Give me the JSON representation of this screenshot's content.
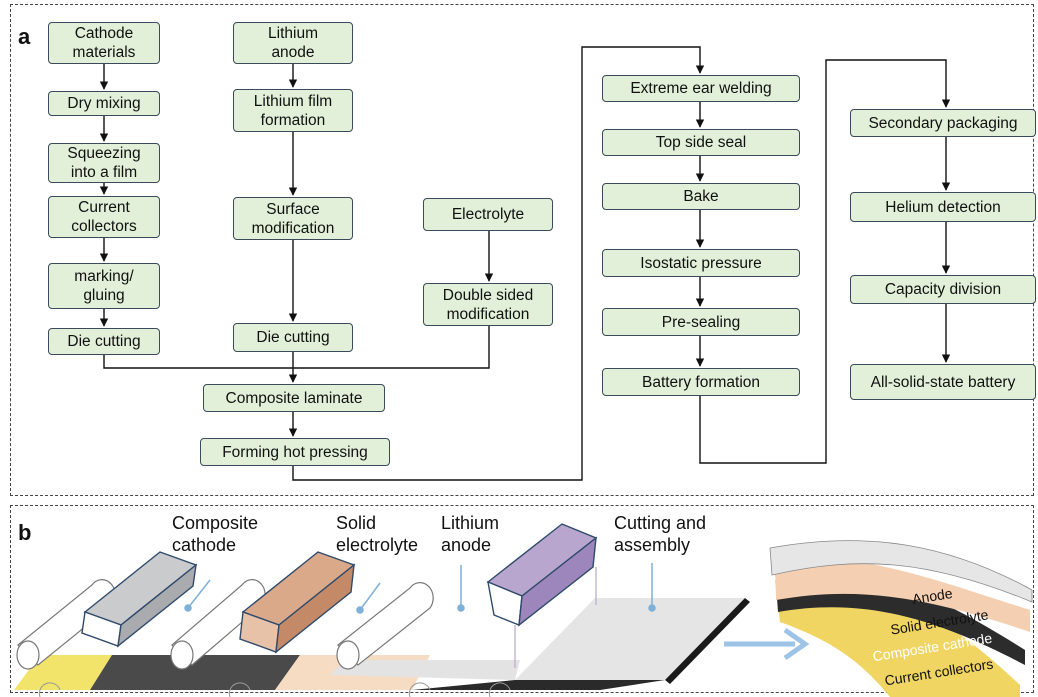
{
  "panel_a": {
    "label": "a",
    "steps": {
      "cathode_materials": "Cathode\nmaterials",
      "dry_mixing": "Dry mixing",
      "squeezing": "Squeezing\ninto a film",
      "current_collectors": "Current\ncollectors",
      "marking_gluing": "marking/\ngluing",
      "die_cutting_1": "Die cutting",
      "lithium_anode": "Lithium\nanode",
      "lithium_film": "Lithium film\nformation",
      "surface_mod": "Surface\nmodification",
      "die_cutting_2": "Die cutting",
      "electrolyte": "Electrolyte",
      "double_sided": "Double sided\nmodification",
      "composite_laminate": "Composite laminate",
      "forming_hot": "Forming hot pressing",
      "ear_welding": "Extreme ear welding",
      "top_side_seal": "Top side seal",
      "bake": "Bake",
      "isostatic": "Isostatic pressure",
      "pre_sealing": "Pre-sealing",
      "battery_formation": "Battery formation",
      "secondary_packaging": "Secondary packaging",
      "helium_detection": "Helium detection",
      "capacity_division": "Capacity division",
      "all_solid_state": "All-solid-state battery"
    }
  },
  "panel_b": {
    "label": "b",
    "process_labels": {
      "composite_cathode": "Composite\ncathode",
      "solid_electrolyte": "Solid\nelectrolyte",
      "lithium_anode": "Lithium\nanode",
      "cutting_assembly": "Cutting and\nassembly"
    },
    "layer_labels": {
      "anode": "Anode",
      "solid_electrolyte": "Solid electrolyte",
      "composite_cathode": "Composite cathode",
      "current_collectors": "Current collectors"
    },
    "colors": {
      "collector": "#f2e46a",
      "cathode": "#4a4a4a",
      "electrolyte": "#f3d6b8",
      "anode": "#d9d9d9",
      "cathode_roller": "#b9bcbf",
      "electrolyte_roller": "#d9a98a",
      "anode_roller": "#b8a6cf",
      "arrow": "#9dc3e6"
    }
  }
}
